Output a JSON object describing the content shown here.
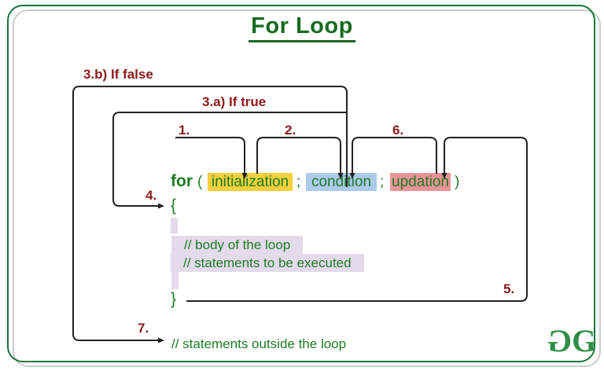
{
  "title": "For Loop",
  "steps": {
    "step1": "1.",
    "step2": "2.",
    "step3a": "3.a) If true",
    "step3b": "3.b) If false",
    "step4": "4.",
    "step5": "5.",
    "step6": "6.",
    "step7": "7."
  },
  "code": {
    "keyword": "for",
    "open_paren": "(",
    "initialization": "initialization",
    "semicolon1": ";",
    "condition": "condition",
    "semicolon2": ";",
    "updation": "updation",
    "close_paren": ")",
    "open_brace": "{",
    "body_comment": "// body of the loop",
    "statements_comment": "// statements to be executed",
    "close_brace": "}",
    "outside_comment": "// statements outside the loop"
  },
  "logo": {
    "left_glyph": "G",
    "right_glyph": "G"
  },
  "colors": {
    "title_text": "#186b20",
    "code_text": "#1e7b24",
    "step_label": "#8b1a1b",
    "initialization_highlight": "#f4d03d",
    "condition_highlight": "#adc9eb",
    "updation_highlight": "#ea9497",
    "body_highlight": "#e3dbeb",
    "frame_border": "#19753c",
    "frame_shadow": "#cccccc",
    "connector_line": "#222222",
    "logo_green": "#2f8d46"
  }
}
